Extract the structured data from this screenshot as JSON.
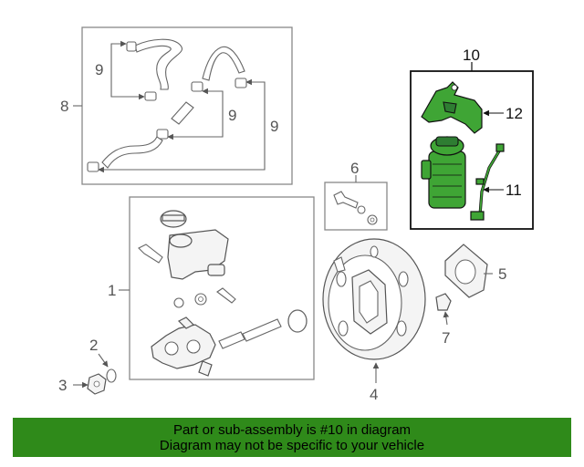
{
  "callouts": {
    "c1": "1",
    "c2": "2",
    "c3": "3",
    "c4": "4",
    "c5": "5",
    "c6": "6",
    "c7": "7",
    "c8": "8",
    "c9a": "9",
    "c9b": "9",
    "c9c": "9",
    "c10": "10",
    "c11": "11",
    "c12": "12"
  },
  "banner": {
    "line1": "Part or sub-assembly is #10 in diagram",
    "line2": "Diagram may not be specific to your vehicle"
  },
  "colors": {
    "highlight": "#3fa535",
    "banner_bg": "#2f8a1a"
  }
}
